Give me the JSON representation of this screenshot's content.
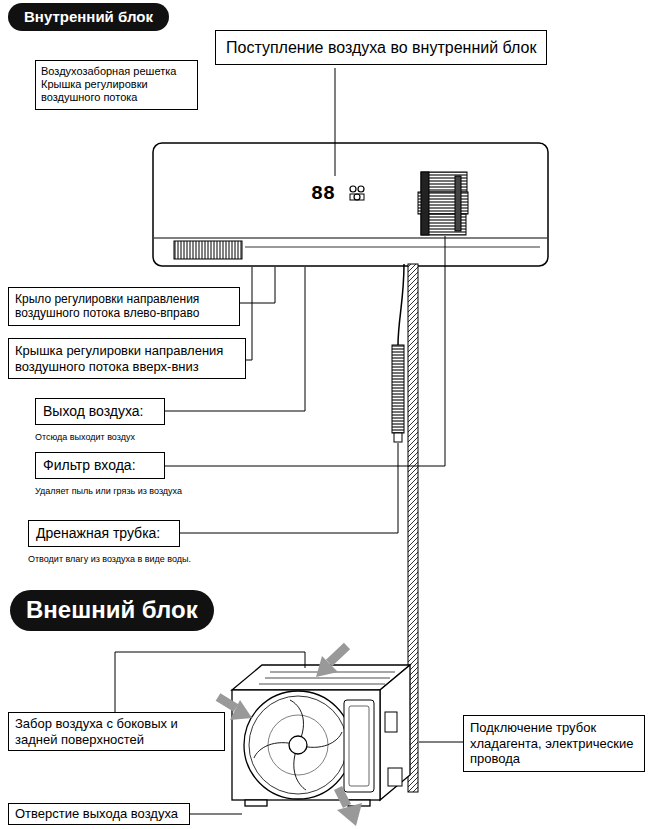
{
  "diagram": {
    "nodes": [
      {
        "text": [
          "Внутренний блок"
        ]
      },
      {
        "text": [
          "Поступление воздуха во внутренний блок"
        ]
      },
      {
        "text": [
          "Воздухозаборная решетка",
          "Крышка регулировки воздушного потока"
        ]
      },
      {
        "text": [
          "Крыло регулировки направления воздушного потока влево-вправо"
        ]
      },
      {
        "text": [
          "Крышка регулировки направления воздушного потока вверх-вниз"
        ]
      },
      {
        "text": [
          "Выход воздуха:",
          "Отсюда выходит воздух"
        ]
      },
      {
        "text": [
          "Фильтр входа:",
          "Удаляет пыль или грязь из воздуха"
        ]
      },
      {
        "text": [
          "Дренажная трубка:",
          "Отводит влагу из воздуха в виде воды."
        ]
      },
      {
        "text": [
          "Внешний блок"
        ]
      },
      {
        "text": [
          "Забор воздуха с боковых и задней поверхностей"
        ]
      },
      {
        "text": [
          "Отверстие выхода воздуха"
        ]
      },
      {
        "text": [
          "Подключение трубок хладагента, электрические провода"
        ]
      }
    ],
    "labels": [
      "88"
    ]
  }
}
